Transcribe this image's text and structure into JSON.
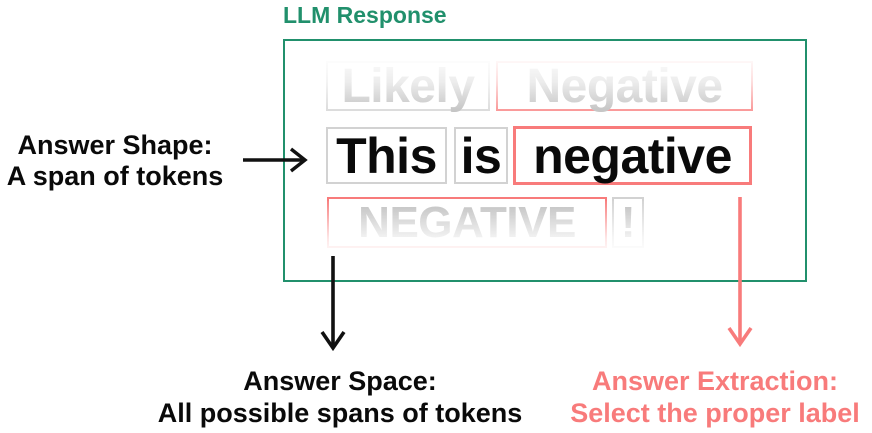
{
  "title": "LLM Response",
  "colors": {
    "green_accent": "#21906c",
    "red_accent": "#f87b7b",
    "gray_border": "#d2d2d2",
    "faded_text": "#bdbdbd",
    "text": "#0a0a0a"
  },
  "response_box": {
    "rows": [
      {
        "fade": "top",
        "tokens": [
          {
            "text": "Likely",
            "border": "gray"
          },
          {
            "text": "Negative",
            "border": "red"
          }
        ]
      },
      {
        "fade": "none",
        "tokens": [
          {
            "text": "This",
            "border": "gray"
          },
          {
            "text": "is",
            "border": "gray"
          },
          {
            "text": "negative",
            "border": "red-thick"
          }
        ]
      },
      {
        "fade": "bottom",
        "tokens": [
          {
            "text": "NEGATIVE",
            "border": "red"
          },
          {
            "text": "!",
            "border": "gray"
          }
        ]
      }
    ]
  },
  "annotations": {
    "answer_shape": {
      "line1": "Answer Shape:",
      "line2": "A span of tokens"
    },
    "answer_space": {
      "line1": "Answer Space:",
      "line2": "All possible spans of tokens"
    },
    "answer_extraction": {
      "line1": "Answer Extraction:",
      "line2": "Select the proper label"
    }
  }
}
